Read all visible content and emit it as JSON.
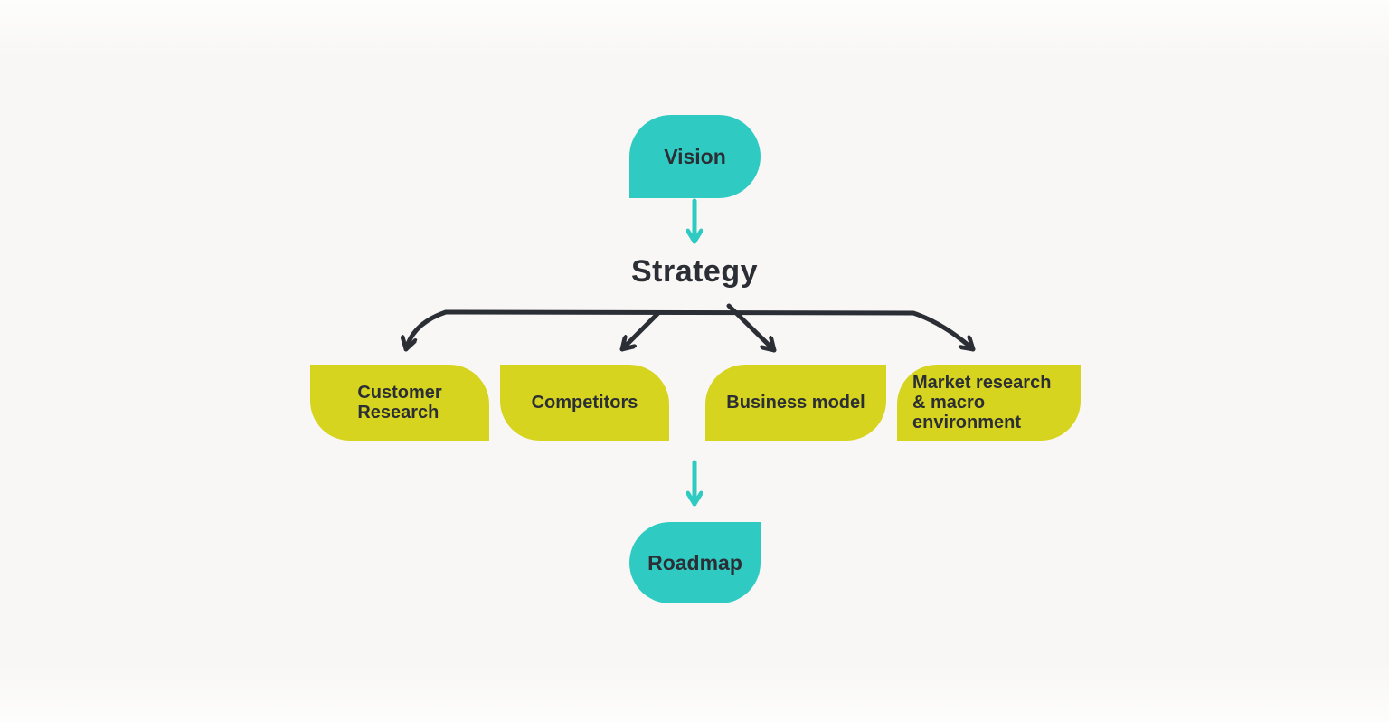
{
  "canvas": {
    "background": "#f8f7f5"
  },
  "colors": {
    "teal": "#2fcbc3",
    "yellow": "#d6d41f",
    "ink": "#2b2e34"
  },
  "nodes": {
    "vision": {
      "label": "Vision"
    },
    "strategy": {
      "label": "Strategy"
    },
    "customer_research": {
      "line1": "Customer",
      "line2": "Research"
    },
    "competitors": {
      "label": "Competitors"
    },
    "business_model": {
      "label": "Business model"
    },
    "market_research": {
      "line1": "Market research",
      "line2": "& macro",
      "line3": "environment"
    },
    "roadmap": {
      "label": "Roadmap"
    }
  }
}
